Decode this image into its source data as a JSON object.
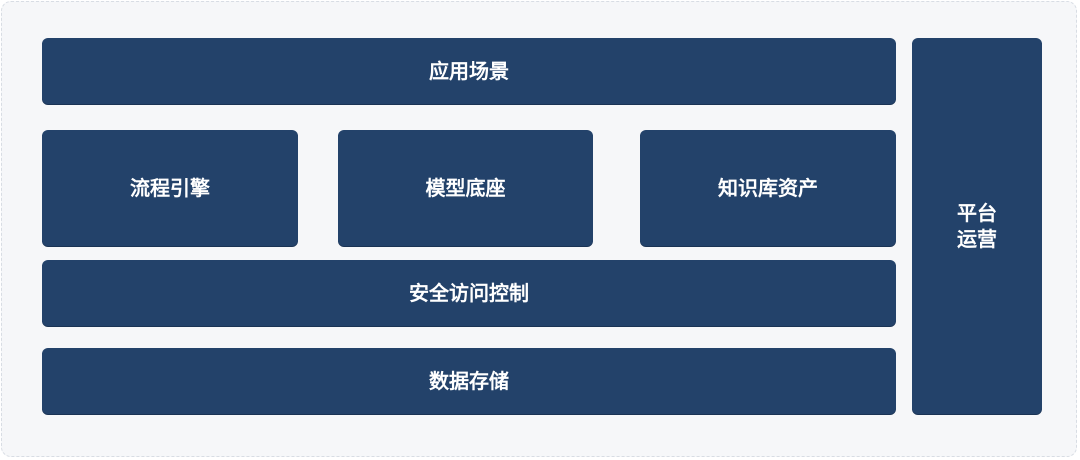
{
  "diagram": {
    "application_layer": {
      "label": "应用场景"
    },
    "middle_layer": [
      {
        "label": "流程引擎"
      },
      {
        "label": "模型底座"
      },
      {
        "label": "知识库资产"
      }
    ],
    "security_layer": {
      "label": "安全访问控制"
    },
    "storage_layer": {
      "label": "数据存储"
    },
    "side_column": {
      "line1": "平台",
      "line2": "运营"
    }
  },
  "colors": {
    "box_fill": "#23426a",
    "text": "#ffffff",
    "background": "#f6f7f9"
  }
}
